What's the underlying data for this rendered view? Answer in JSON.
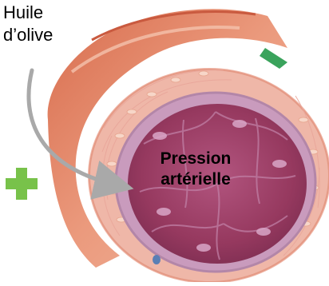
{
  "labels": {
    "oil_line1": "Huile",
    "oil_line2": "d’olive",
    "pressure_line1": "Pression",
    "pressure_line2": "artérielle"
  },
  "colors": {
    "plus": "#78c24a",
    "arrow": "#a9a9a9",
    "outer_wall": "#e3876a",
    "media_layer": "#efb7a8",
    "lumen": "#9c3f66",
    "endothelium": "#c99bbd",
    "adventitia_accent": "#3aa35c"
  },
  "icons": {
    "plus": "plus-icon",
    "arrow": "curved-arrow-icon"
  }
}
